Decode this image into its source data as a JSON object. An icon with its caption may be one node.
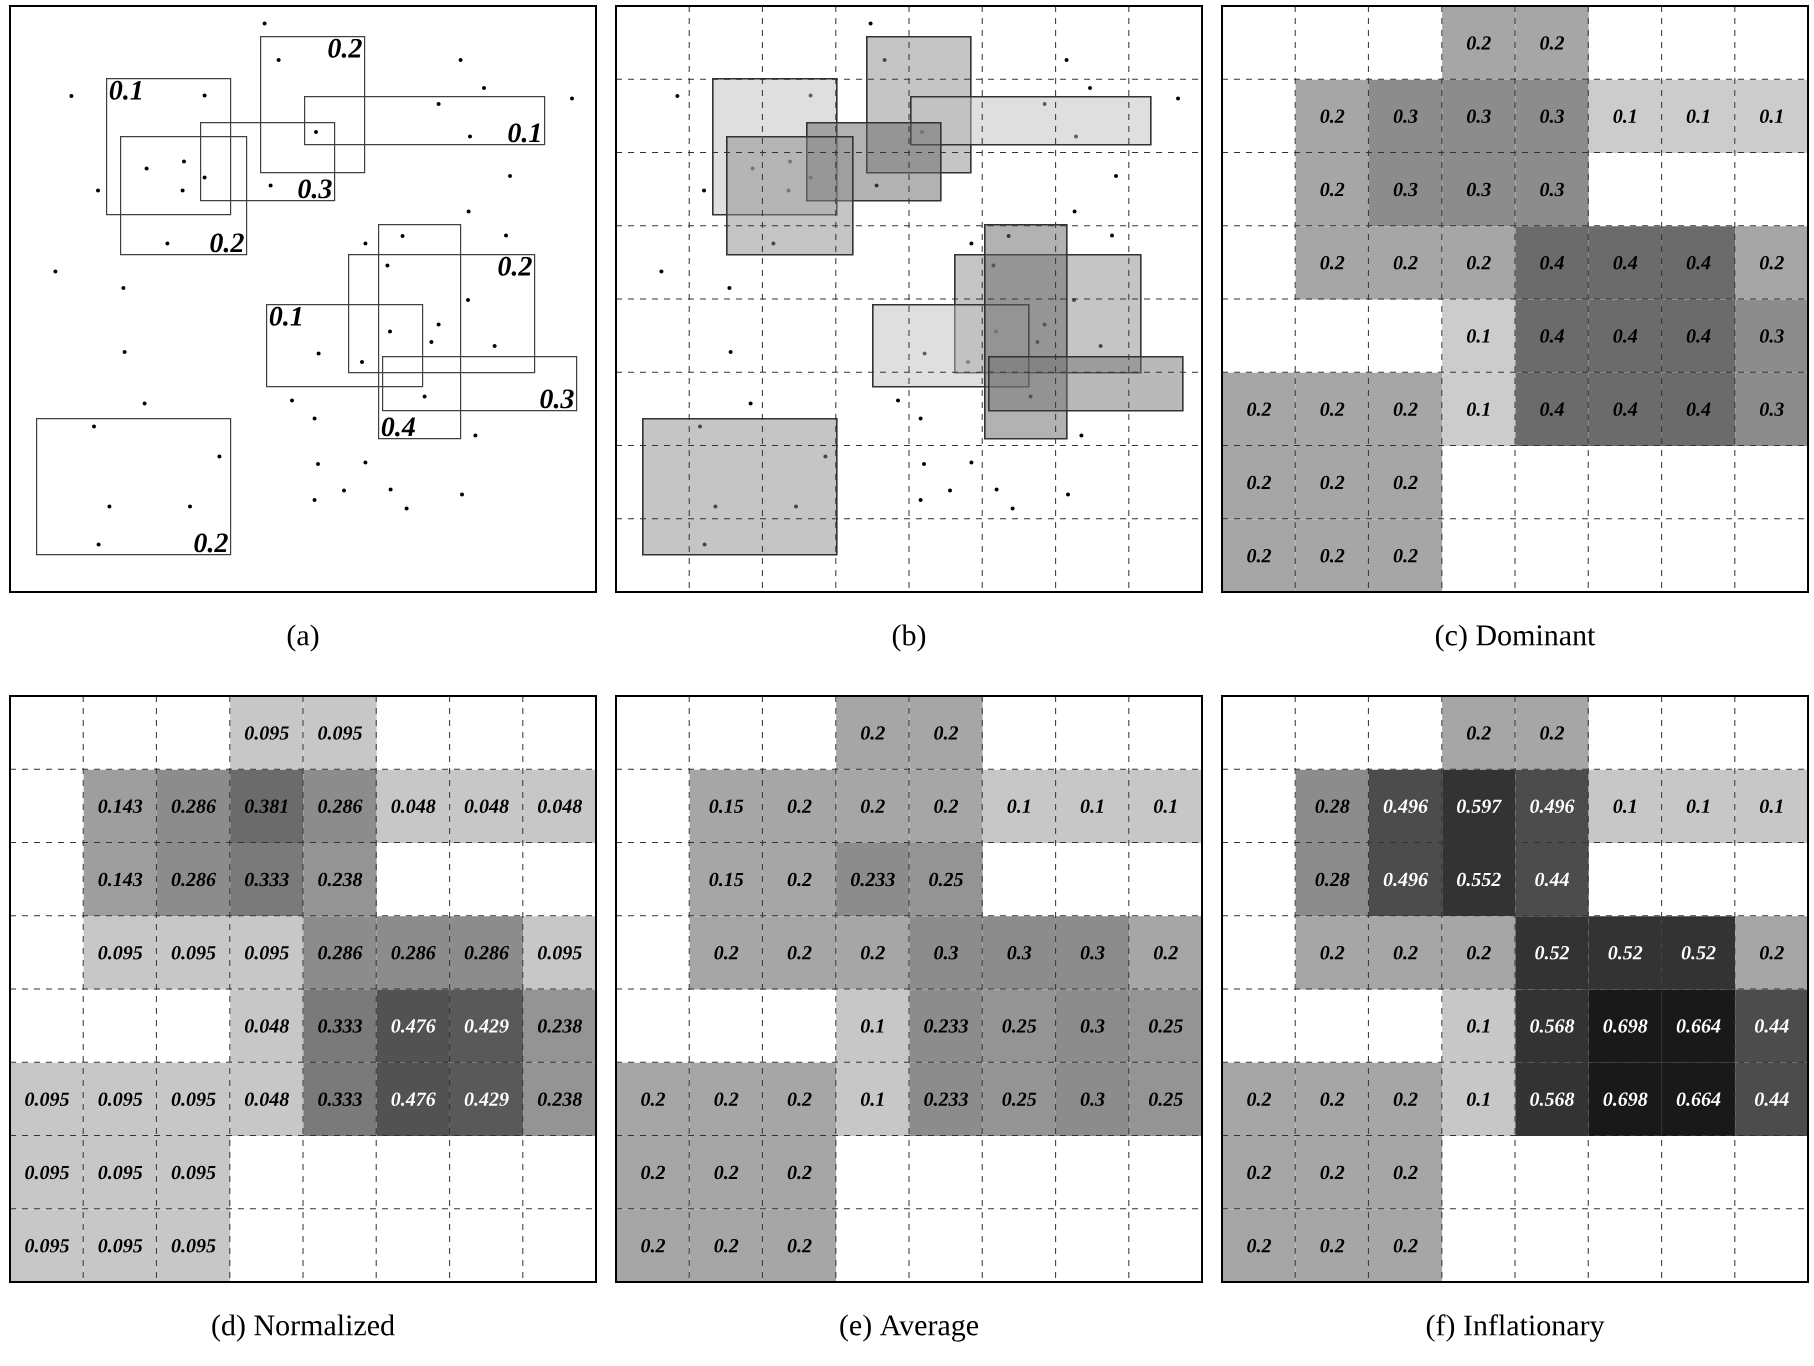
{
  "diagram": {
    "nodes": [
      {
        "text": [
          "0.2"
        ]
      },
      {
        "text": [
          "0.1"
        ]
      },
      {
        "text": [
          "0.1"
        ]
      },
      {
        "text": [
          "0.3"
        ]
      },
      {
        "text": [
          "0.2"
        ]
      },
      {
        "text": [
          "0.2"
        ]
      },
      {
        "text": [
          "0.1"
        ]
      },
      {
        "text": [
          "0.4"
        ]
      },
      {
        "text": [
          "0.3"
        ]
      },
      {
        "text": [
          "0.2"
        ]
      },
      {
        "text": [],
        "shape": "box"
      },
      {
        "text": [],
        "shape": "box"
      },
      {
        "text": [],
        "shape": "box"
      },
      {
        "text": [],
        "shape": "box"
      },
      {
        "text": [],
        "shape": "box"
      },
      {
        "text": [],
        "shape": "box"
      },
      {
        "text": [],
        "shape": "box"
      },
      {
        "text": [],
        "shape": "box"
      },
      {
        "text": [],
        "shape": "box"
      },
      {
        "text": [],
        "shape": "box"
      }
    ],
    "labels": [
      "0.2",
      "0.2",
      "0.2",
      "0.3",
      "0.3",
      "0.3",
      "0.1",
      "0.1",
      "0.1",
      "0.2",
      "0.3",
      "0.3",
      "0.3",
      "0.2",
      "0.2",
      "0.2",
      "0.4",
      "0.4",
      "0.4",
      "0.2",
      "0.1",
      "0.4",
      "0.4",
      "0.4",
      "0.3",
      "0.2",
      "0.2",
      "0.2",
      "0.1",
      "0.4",
      "0.4",
      "0.4",
      "0.3",
      "0.2",
      "0.2",
      "0.2",
      "0.2",
      "0.2",
      "0.2",
      "(a)",
      "(b)",
      "(c) Dominant",
      "0.095",
      "0.095",
      "0.143",
      "0.286",
      "0.381",
      "0.286",
      "0.048",
      "0.048",
      "0.048",
      "0.143",
      "0.286",
      "0.333",
      "0.238",
      "0.095",
      "0.095",
      "0.095",
      "0.286",
      "0.286",
      "0.286",
      "0.095",
      "0.048",
      "0.333",
      "0.476",
      "0.429",
      "0.238",
      "0.095",
      "0.095",
      "0.095",
      "0.048",
      "0.333",
      "0.476",
      "0.429",
      "0.238",
      "0.095",
      "0.095",
      "0.095",
      "0.095",
      "0.095",
      "0.095",
      "0.2",
      "0.2",
      "0.15",
      "0.2",
      "0.2",
      "0.2",
      "0.1",
      "0.1",
      "0.1",
      "0.15",
      "0.2",
      "0.233",
      "0.25",
      "0.2",
      "0.2",
      "0.2",
      "0.3",
      "0.3",
      "0.3",
      "0.2",
      "0.1",
      "0.233",
      "0.25",
      "0.3",
      "0.25",
      "0.2",
      "0.2",
      "0.2",
      "0.1",
      "0.233",
      "0.25",
      "0.3",
      "0.25",
      "0.2",
      "0.2",
      "0.2",
      "0.2",
      "0.2",
      "0.2",
      "0.2",
      "0.2",
      "0.28",
      "0.496",
      "0.597",
      "0.496",
      "0.1",
      "0.1",
      "0.1",
      "0.28",
      "0.496",
      "0.552",
      "0.44",
      "0.2",
      "0.2",
      "0.2",
      "0.52",
      "0.52",
      "0.52",
      "0.2",
      "0.1",
      "0.568",
      "0.698",
      "0.664",
      "0.44",
      "0.2",
      "0.2",
      "0.2",
      "0.1",
      "0.568",
      "0.698",
      "0.664",
      "0.44",
      "0.2",
      "0.2",
      "0.2",
      "0.2",
      "0.2",
      "0.2",
      "(d) Normalized",
      "(e) Average",
      "(f) Inflationary"
    ]
  }
}
